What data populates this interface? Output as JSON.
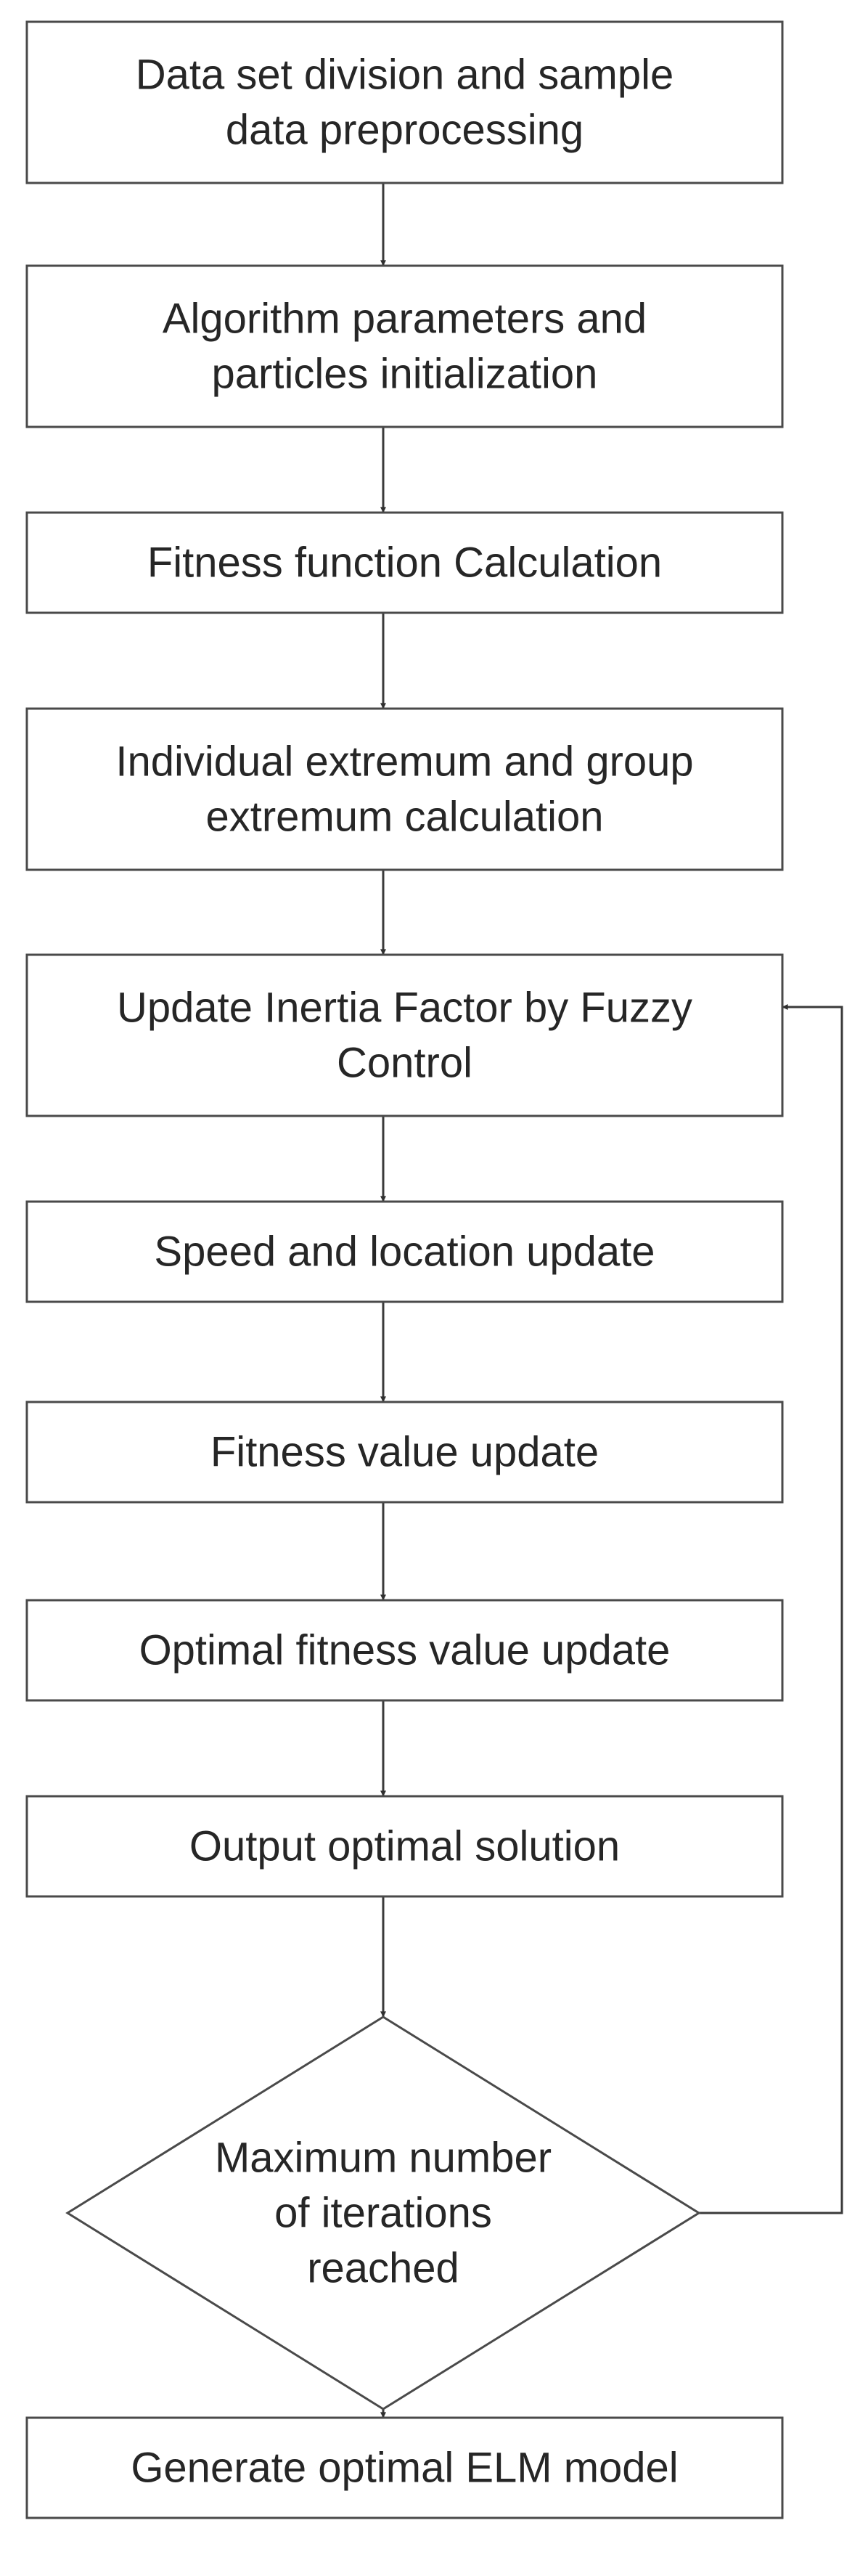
{
  "nodes": [
    {
      "id": "n1",
      "shape": "rect",
      "lines": [
        "Data set division and sample",
        "data preprocessing"
      ]
    },
    {
      "id": "n2",
      "shape": "rect",
      "lines": [
        "Algorithm parameters and",
        "particles initialization"
      ]
    },
    {
      "id": "n3",
      "shape": "rect",
      "lines": [
        "Fitness function Calculation"
      ]
    },
    {
      "id": "n4",
      "shape": "rect",
      "lines": [
        "Individual extremum and group",
        "extremum calculation"
      ]
    },
    {
      "id": "n5",
      "shape": "rect",
      "lines": [
        "Update Inertia Factor by Fuzzy",
        "Control"
      ]
    },
    {
      "id": "n6",
      "shape": "rect",
      "lines": [
        "Speed and location update"
      ]
    },
    {
      "id": "n7",
      "shape": "rect",
      "lines": [
        "Fitness value update"
      ]
    },
    {
      "id": "n8",
      "shape": "rect",
      "lines": [
        "Optimal fitness value update"
      ]
    },
    {
      "id": "n9",
      "shape": "rect",
      "lines": [
        "Output optimal solution"
      ]
    },
    {
      "id": "n10",
      "shape": "diamond",
      "lines": [
        "Maximum number",
        "of iterations",
        "reached"
      ]
    },
    {
      "id": "n11",
      "shape": "rect",
      "lines": [
        "Generate optimal ELM model"
      ]
    }
  ],
  "edges": [
    {
      "from": "n1",
      "to": "n2"
    },
    {
      "from": "n2",
      "to": "n3"
    },
    {
      "from": "n3",
      "to": "n4"
    },
    {
      "from": "n4",
      "to": "n5"
    },
    {
      "from": "n5",
      "to": "n6"
    },
    {
      "from": "n6",
      "to": "n7"
    },
    {
      "from": "n7",
      "to": "n8"
    },
    {
      "from": "n8",
      "to": "n9"
    },
    {
      "from": "n9",
      "to": "n10"
    },
    {
      "from": "n10",
      "to": "n11"
    },
    {
      "from": "n10",
      "to": "n5",
      "kind": "loop-back"
    }
  ]
}
